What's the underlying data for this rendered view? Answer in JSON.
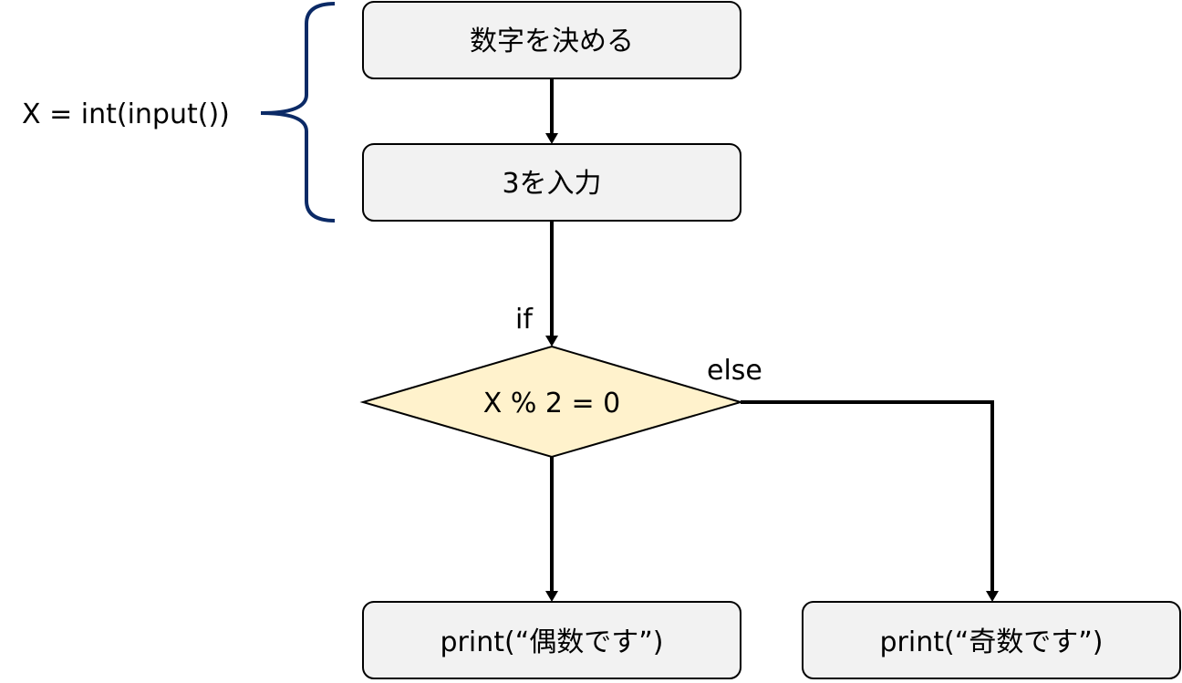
{
  "side_annotation": {
    "code": "X = int(input())"
  },
  "nodes": {
    "decide_number": "数字を決める",
    "input_three": "3を入力",
    "condition": "X % 2 = 0",
    "print_even": "print(“偶数です”)",
    "print_odd": "print(“奇数です”)"
  },
  "edge_labels": {
    "if": "if",
    "else": "else"
  },
  "colors": {
    "box_fill": "#f2f2f2",
    "box_stroke": "#000000",
    "diamond_fill": "#fff2cc",
    "brace": "#0b2a66",
    "arrow": "#000000"
  }
}
